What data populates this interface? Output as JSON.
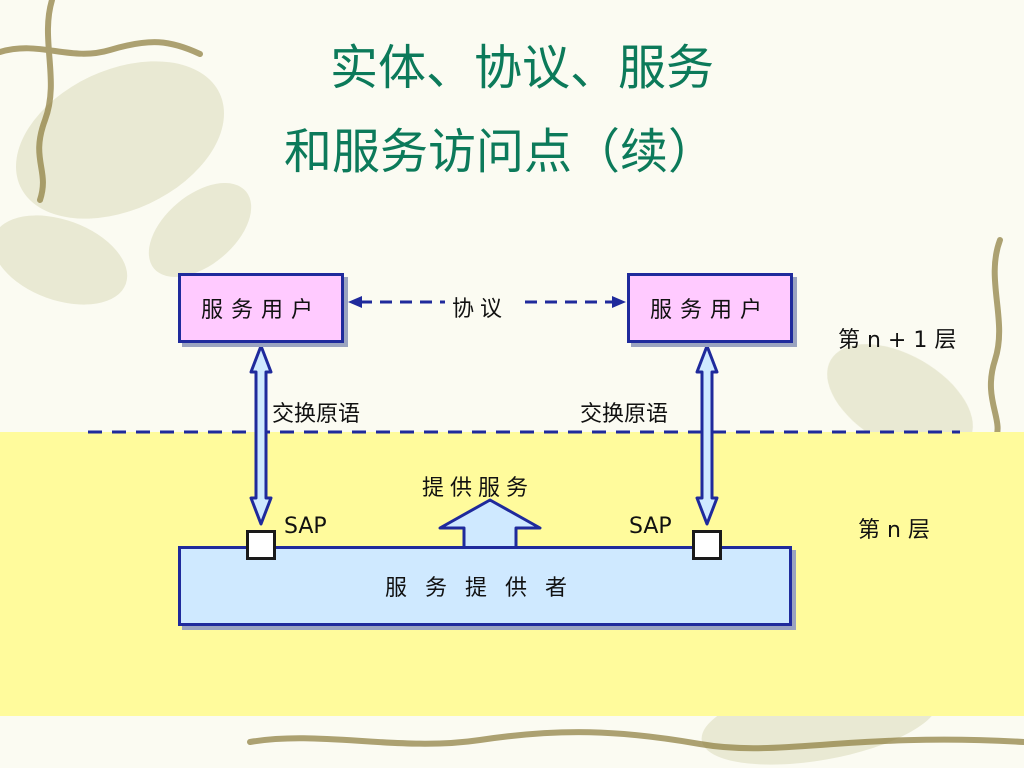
{
  "slide": {
    "title_line1": "实体、协议、服务",
    "title_line2": "和服务访问点（续）"
  },
  "diagram": {
    "user_left": "服务用户",
    "user_right": "服务用户",
    "protocol": "协议",
    "primitive_left": "交换原语",
    "primitive_right": "交换原语",
    "provide_service": "提供服务",
    "sap_left": "SAP",
    "sap_right": "SAP",
    "provider": "服务提供者",
    "layer_upper": "第 n + 1 层",
    "layer_lower": "第 n 层"
  },
  "colors": {
    "title": "#0c7a5a",
    "box_border": "#1f2a9c",
    "user_fill": "#ffcaff",
    "provider_fill": "#cfe9ff",
    "layer_band": "#fffb9c",
    "divider": "#1f2a9c"
  }
}
